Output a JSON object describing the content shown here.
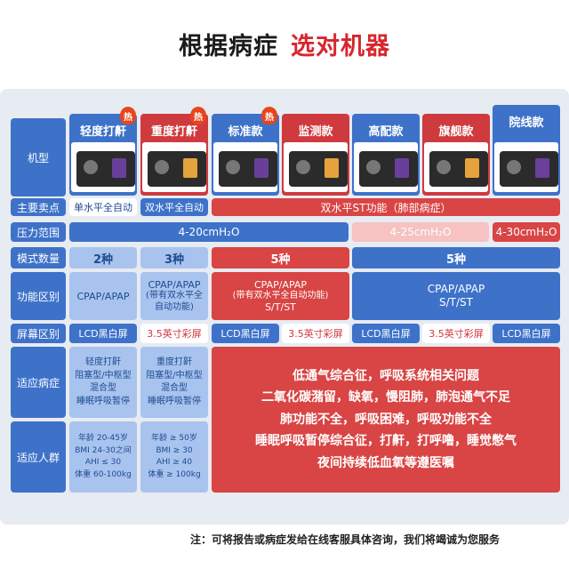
{
  "title": {
    "part1": "根据病症",
    "part2": "选对机器"
  },
  "row_labels": [
    "机型",
    "主要卖点",
    "压力范围",
    "模式数量",
    "功能区别",
    "屏幕区别",
    "适应病症",
    "适应人群"
  ],
  "models": [
    {
      "name": "轻度打鼾",
      "hot": "热"
    },
    {
      "name": "重度打鼾",
      "hot": "热"
    },
    {
      "name": "标准款",
      "hot": "热"
    },
    {
      "name": "监测款",
      "hot": ""
    },
    {
      "name": "高配款",
      "hot": ""
    },
    {
      "name": "旗舰款",
      "hot": ""
    },
    {
      "name": "院线款",
      "hot": ""
    }
  ],
  "selling_points": {
    "c1": "单水平全自动",
    "c2": "双水平全自动",
    "c3": "双水平ST功能（肺部病症）"
  },
  "pressure": {
    "p1": "4-20cmH₂O",
    "p2": "4-25cmH₂O",
    "p3": "4-30cmH₂O"
  },
  "modes": {
    "m1": "2种",
    "m2": "3种",
    "m3": "5种",
    "m4": "5种"
  },
  "functions": {
    "f1": "CPAP/APAP",
    "f2_line1": "CPAP/APAP",
    "f2_line2": "(带有双水平全自动功能)",
    "f3_line1": "CPAP/APAP",
    "f3_line2": "(带有双水平全自动功能)",
    "f3_line3": "S/T/ST",
    "f4_line1": "CPAP/APAP",
    "f4_line2": "S/T/ST"
  },
  "screens": [
    "LCD黑白屏",
    "3.5英寸彩屏",
    "LCD黑白屏",
    "3.5英寸彩屏",
    "LCD黑白屏",
    "3.5英寸彩屏",
    "LCD黑白屏"
  ],
  "conditions": {
    "c1": [
      "轻度打鼾",
      "阻塞型/中枢型",
      "混合型",
      "睡眠呼吸暂停"
    ],
    "c2": [
      "重度打鼾",
      "阻塞型/中枢型",
      "混合型",
      "睡眠呼吸暂停"
    ],
    "big": [
      "低通气综合征，呼吸系统相关问题",
      "二氧化碳潴留，缺氧，慢阻肺，肺泡通气不足",
      "肺功能不全，呼吸困难，呼吸功能不全",
      "睡眠呼吸暂停综合征，打鼾，打呼噜，睡觉憋气",
      "夜间持续低血氧等遵医嘱"
    ]
  },
  "population": {
    "p1": [
      "年龄 20-45岁",
      "BMI 24-30之间",
      "AHI ≤ 30",
      "体重 60-100kg"
    ],
    "p2": [
      "年龄 ≥ 50岁",
      "BMI ≥ 30",
      "AHI ≥ 40",
      "体重 ≥ 100kg"
    ]
  },
  "notice": "注：可将报告或病症发给在线客服具体咨询，我们将竭诚为您服务",
  "colors": {
    "blue": "#3e72c9",
    "red": "#cf3a3f",
    "light_blue": "#a8c4ee",
    "light_red": "#f3b2b2",
    "title_red": "#d8262e"
  }
}
